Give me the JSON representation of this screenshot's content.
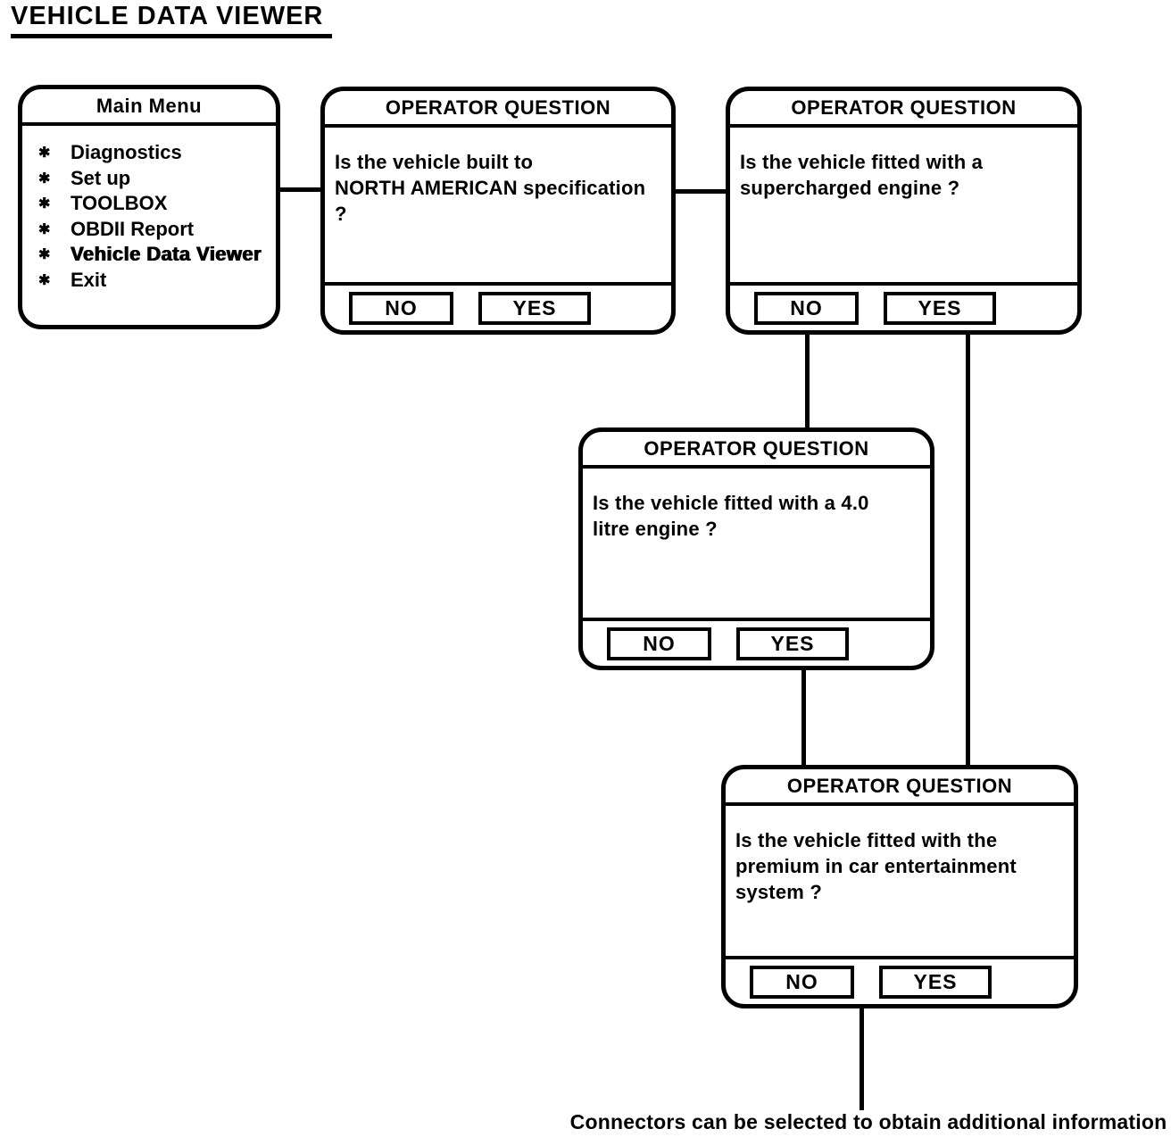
{
  "page_title": "VEHICLE DATA VIEWER",
  "main_menu": {
    "title": "Main Menu",
    "bullet": "✱",
    "items": [
      {
        "label": "Diagnostics"
      },
      {
        "label": "Set up"
      },
      {
        "label": "TOOLBOX"
      },
      {
        "label": "OBDII Report"
      },
      {
        "label": "Vehicle Data Viewer"
      },
      {
        "label": "Exit"
      }
    ]
  },
  "dialogs": [
    {
      "title": "OPERATOR QUESTION",
      "question": "Is the vehicle built to\nNORTH AMERICAN specification ?",
      "no_label": "NO",
      "yes_label": "YES"
    },
    {
      "title": "OPERATOR QUESTION",
      "question": "Is the vehicle fitted with a\nsupercharged engine ?",
      "no_label": "NO",
      "yes_label": "YES"
    },
    {
      "title": "OPERATOR QUESTION",
      "question": "Is the vehicle fitted with a 4.0\nlitre engine ?",
      "no_label": "NO",
      "yes_label": "YES"
    },
    {
      "title": "OPERATOR QUESTION",
      "question": "Is the vehicle fitted with the\npremium in car entertainment\nsystem ?",
      "no_label": "NO",
      "yes_label": "YES"
    }
  ],
  "footnote": "Connectors can be selected to obtain additional information",
  "colors": {
    "ink": "#000000",
    "paper": "#ffffff"
  }
}
